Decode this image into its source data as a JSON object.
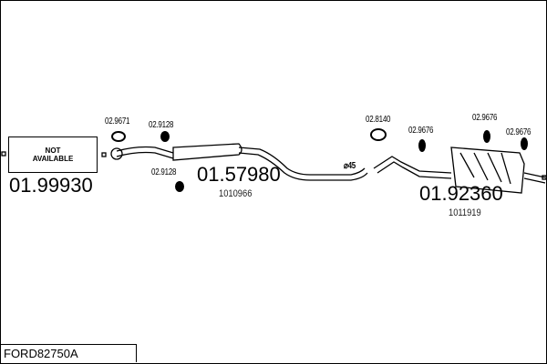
{
  "not_available": {
    "line1": "NOT",
    "line2": "AVAILABLE"
  },
  "parts": [
    {
      "number": "01.99930"
    },
    {
      "number": "01.57980",
      "ref": "1010966"
    },
    {
      "number": "01.92360",
      "ref": "1011919"
    }
  ],
  "accessories": [
    "02.9671",
    "02.9128",
    "02.9128",
    "02.8140",
    "02.9676",
    "02.9676",
    "02.9676"
  ],
  "pipe_diameter": "⌀45",
  "footer_code": "FORD82750A"
}
